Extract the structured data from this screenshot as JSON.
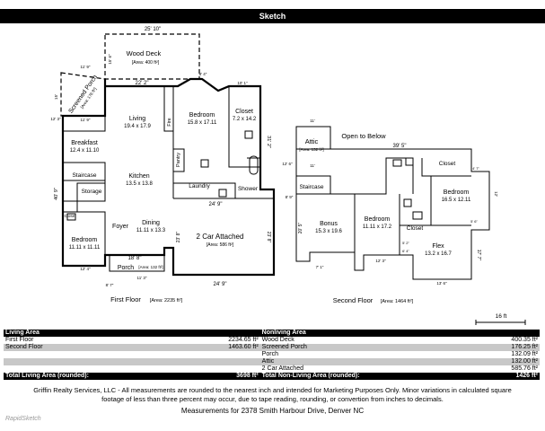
{
  "header": {
    "title": "Sketch"
  },
  "first_floor": {
    "label": "First Floor",
    "area": "[Area: 2235 ft²]",
    "rooms": {
      "wood_deck": {
        "name": "Wood Deck",
        "area": "[Area: 400 ft²]"
      },
      "screened_porch": {
        "name": "Screened Porch",
        "area": "[Area: 176 ft²]"
      },
      "living": {
        "name": "Living",
        "dim": "19.4 x 17.9"
      },
      "bedroom_main": {
        "name": "Bedroom",
        "dim": "15.8 x 17.11"
      },
      "closet_main": {
        "name": "Closet",
        "dim": "7.2 x 14.2"
      },
      "breakfast": {
        "name": "Breakfast",
        "dim": "12.4 x 11.10"
      },
      "fire": "Fire",
      "pantry": "Pantry",
      "laundry": "Laundry",
      "shower": "Shower",
      "staircase": "Staircase",
      "storage": "Storage",
      "closet_small": "Closet",
      "kitchen": {
        "name": "Kitchen",
        "dim": "13.5 x 13.8"
      },
      "foyer": "Foyer",
      "dining": {
        "name": "Dining",
        "dim": "11.11 x 13.3"
      },
      "bedroom_2": {
        "name": "Bedroom",
        "dim": "11.11 x 11.11"
      },
      "porch": {
        "name": "Porch",
        "area": "[Area: 132 ft²]"
      },
      "garage": {
        "name": "2 Car Attached",
        "area": "[Area: 586 ft²]"
      }
    },
    "dims": {
      "deck_width": "25' 10\"",
      "deck_side": "15' 6\"",
      "porch_top": "11' 9\"",
      "porch_side": "15'",
      "porch_bottom": "11' 9\"",
      "left_small": "12' 3\"",
      "living_top": "22' 2\"",
      "top_8_4": "8' 4\"",
      "top_10_1": "10' 1\"",
      "right_31_2": "31' 2\"",
      "left_40_9": "40' 9\"",
      "garage_top": "24' 9\"",
      "garage_left": "23' 8\"",
      "garage_right": "23' 8\"",
      "garage_bottom": "24' 9\"",
      "porch_front": "18' 8\"",
      "left_12_4": "12' 4\"",
      "bottom_8_7": "8' 7\"",
      "bottom_11_3": "11' 3\""
    }
  },
  "second_floor": {
    "label": "Second Floor",
    "area": "[Area: 1464 ft²]",
    "rooms": {
      "attic": {
        "name": "Attic",
        "area": "[Area: 132 ft²]"
      },
      "open_to_below": "Open to Below",
      "closet_a": "Closet",
      "bedroom_a": {
        "name": "Bedroom",
        "dim": "16.5 x 12.11"
      },
      "staircase": "Staircase",
      "bonus": {
        "name": "Bonus",
        "dim": "15.3 x 19.6"
      },
      "bedroom_b": {
        "name": "Bedroom",
        "dim": "11.11 x 17.2"
      },
      "closet_b": "Closet",
      "flex": {
        "name": "Flex",
        "dim": "13.2 x 16.7"
      }
    },
    "dims": {
      "top_39_5": "39' 5\"",
      "attic_top": "11'",
      "attic_inner": "11'",
      "attic_side": "12' 6\"",
      "left_20_5": "20' 5\"",
      "left_8_9": "8' 9\"",
      "bottom_7_1": "7' 1\"",
      "bottom_12_3": "12' 3\"",
      "bottom_13_6": "13' 6\"",
      "right_17_7": "17' 7\"",
      "right_12": "12'",
      "right_5_6": "5' 6\"",
      "right_4_7": "4' 7\"",
      "inner_5_2": "5' 2\"",
      "inner_6_4": "6' 4\""
    }
  },
  "scale": {
    "label": "16 ft"
  },
  "table": {
    "living_header": "Living Area",
    "nonliving_header": "Nonliving Area",
    "living": [
      {
        "name": "First Floor",
        "value": "2234.65 ft²"
      },
      {
        "name": "Second Floor",
        "value": "1463.60 ft²"
      }
    ],
    "nonliving": [
      {
        "name": "Wood Deck",
        "value": "400.35 ft²"
      },
      {
        "name": "Screened Porch",
        "value": "176.25 ft²"
      },
      {
        "name": "Porch",
        "value": "132.09 ft²"
      },
      {
        "name": "Attic",
        "value": "132.00 ft²"
      },
      {
        "name": "2 Car Attached",
        "value": "585.76 ft²"
      }
    ],
    "total_living_label": "Total Living Area (rounded):",
    "total_living_value": "3698 ft²",
    "total_nonliving_label": "Total Non-Living Area (rounded):",
    "total_nonliving_value": "1426 ft²"
  },
  "footer": {
    "disclaimer_1": "Griffin Realty Services, LLC - All measurements are rounded to the nearest inch and intended for Marketing Purposes Only.  Minor variations in calculated square",
    "disclaimer_2": "footage of less than three percent may occur, due to tape reading, rounding, or convertion from inches to decimals.",
    "address": "Measurements for 2378 Smith Harbour Drive, Denver NC",
    "logo": "RapidSketch"
  }
}
